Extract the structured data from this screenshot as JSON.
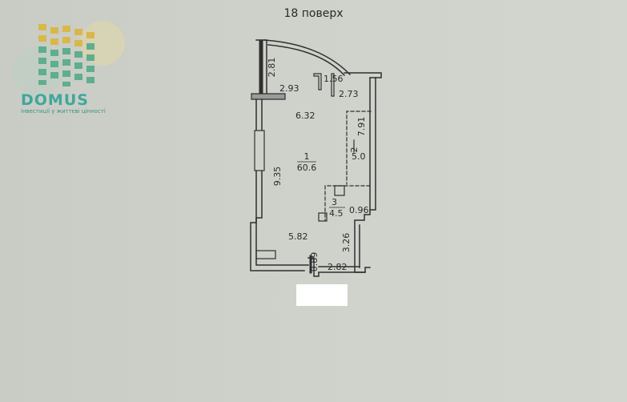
{
  "floor_title": "18 поверх",
  "logo": {
    "brand": "DOMUS",
    "tagline": "інвестиції у життєві цінності",
    "colors": {
      "teal": "#3ea89a",
      "gold": "#d9b74a",
      "green": "#7fc08a"
    }
  },
  "plan": {
    "dimensions": {
      "d_2_81": "2.81",
      "d_2_93": "2.93",
      "d_1_56": "1.56",
      "d_2_73": "2.73",
      "d_6_32": "6.32",
      "d_7_91": "7.91",
      "d_9_35": "9.35",
      "d_0_96": "0.96",
      "d_5_82": "5.82",
      "d_3_26": "3.26",
      "d_0_89": "0.89",
      "d_2_82": "2.82"
    },
    "rooms": [
      {
        "number": "1",
        "area": "60.6"
      },
      {
        "number": "2",
        "area": "5.0"
      },
      {
        "number": "3",
        "area": "4.5"
      }
    ]
  }
}
